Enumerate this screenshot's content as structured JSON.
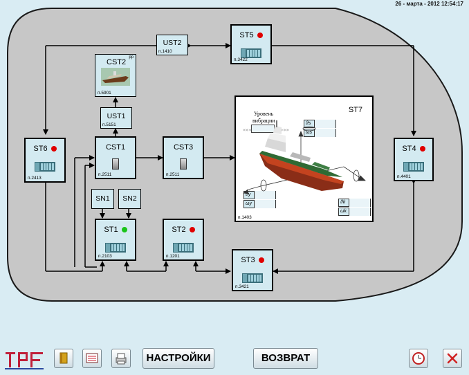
{
  "header": {
    "datetime": "26 - марта - 2012  12:54:17"
  },
  "nodes": {
    "ust2": {
      "title": "UST2",
      "code": "п.1410"
    },
    "st5": {
      "title": "ST5",
      "code": "п.3422",
      "status": "red"
    },
    "cst2": {
      "title": "CST2",
      "code": "п.5901",
      "corner": "pp"
    },
    "ust1": {
      "title": "UST1",
      "code": "п.5151"
    },
    "st6": {
      "title": "ST6",
      "code": "п.2413",
      "status": "red"
    },
    "cst1": {
      "title": "CST1",
      "code": "п.2511"
    },
    "cst3": {
      "title": "CST3",
      "code": "п.2511"
    },
    "st7": {
      "title": "ST7",
      "code": "п.1403",
      "vibration_label_1": "Уровень",
      "vibration_label_2": "вибрации",
      "field_labels": [
        "ϑs",
        "ωs",
        "ϑy",
        "ωy",
        "ϑk",
        "ωk"
      ]
    },
    "st4": {
      "title": "ST4",
      "code": "п.4401",
      "status": "red"
    },
    "sn1": {
      "title": "SN1"
    },
    "sn2": {
      "title": "SN2"
    },
    "st1": {
      "title": "ST1",
      "code": "п.2103",
      "status": "green"
    },
    "st2": {
      "title": "ST2",
      "code": "п.1201",
      "status": "red"
    },
    "st3": {
      "title": "ST3",
      "code": "п.3421",
      "status": "red"
    }
  },
  "toolbar": {
    "settings_label": "НАСТРОЙКИ",
    "back_label": "ВОЗВРАТ"
  },
  "colors": {
    "background": "#d9ecf3",
    "hull": "#c7c7c7",
    "node_fill": "#d3eaf1",
    "status_red": "#e00000",
    "status_green": "#1ac41a"
  }
}
